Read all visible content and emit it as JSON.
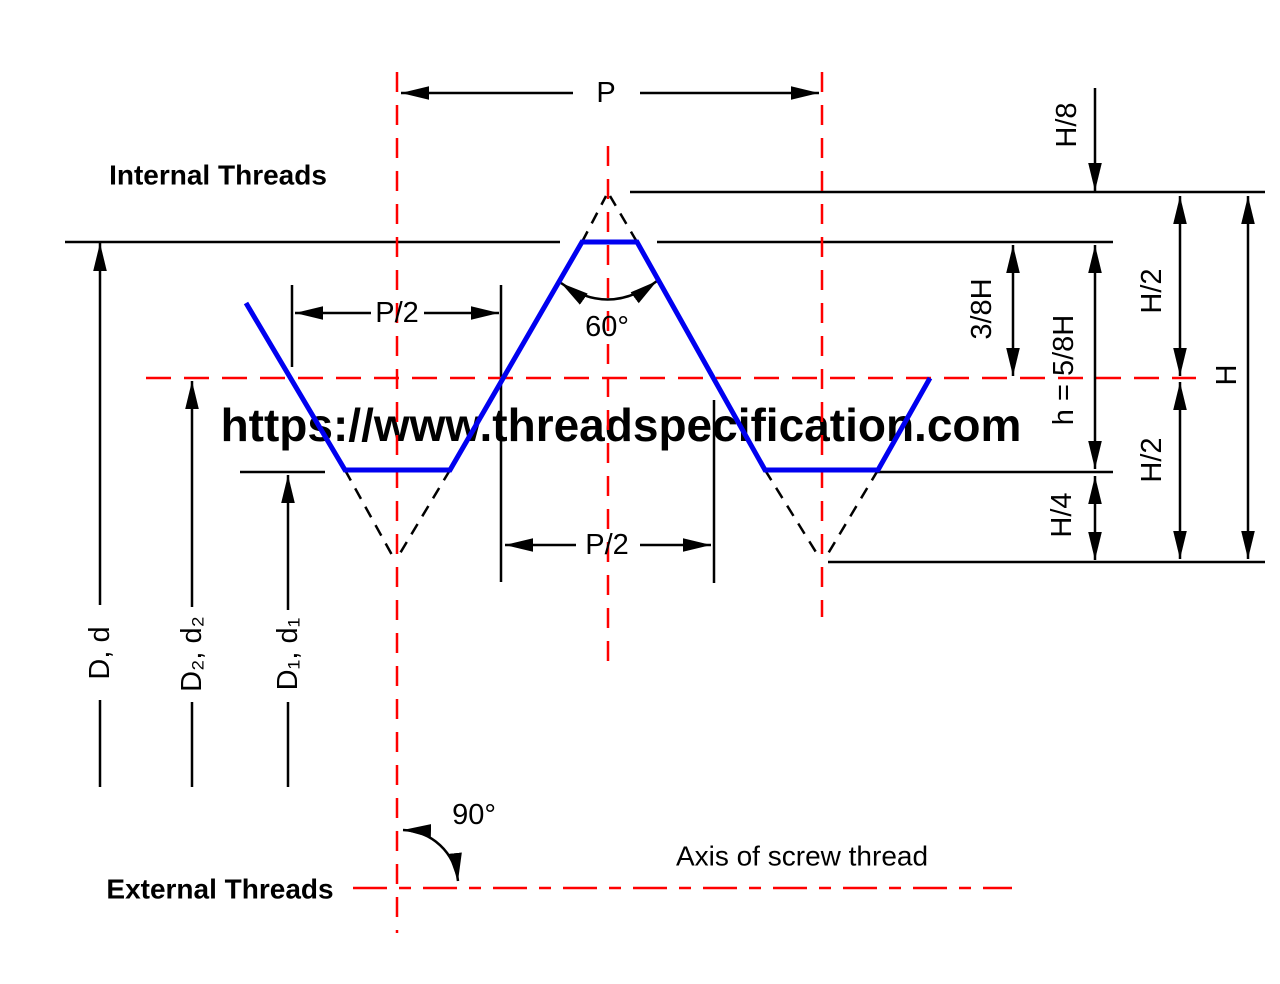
{
  "labels": {
    "internal_threads": "Internal Threads",
    "external_threads": "External Threads",
    "axis_of_screw_thread": "Axis of screw thread",
    "pitch": "P",
    "half_pitch": "P/2",
    "thread_angle": "60°",
    "right_angle": "90°",
    "h8": "H/8",
    "three_eighth_h": "3/8H",
    "h_five_eighth": "h = 5/8H",
    "half_h": "H/2",
    "quarter_h": "H/4",
    "full_h": "H",
    "major_diameter": "D, d",
    "pitch_diameter": "D₂, d₂",
    "minor_diameter": "D₁, d₁"
  },
  "watermark": "https://www.threadspecification.com",
  "colors": {
    "profile_blue": "#0000f0",
    "centerline_red": "#ff0000",
    "line_black": "#000000",
    "watermark_blue": "#b3c6e8",
    "background": "#ffffff"
  }
}
